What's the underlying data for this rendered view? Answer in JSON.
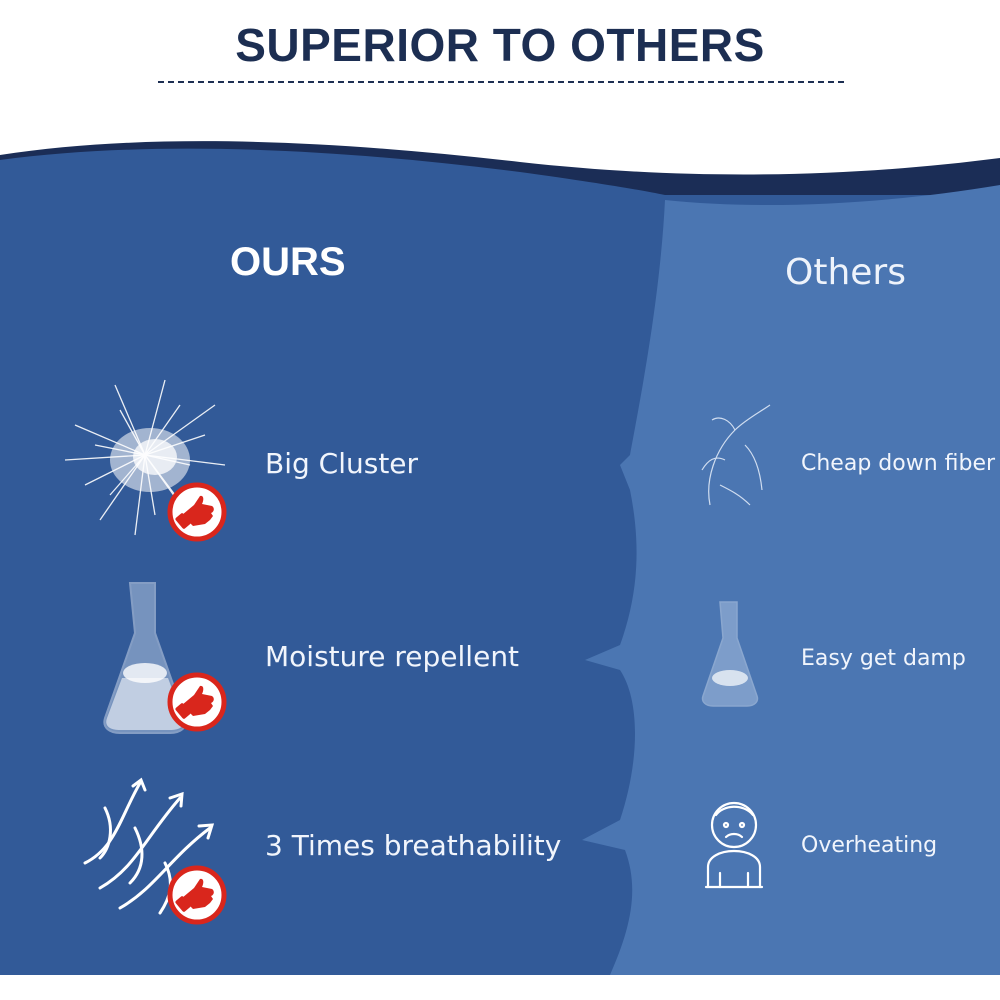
{
  "header": {
    "title": "SUPERIOR TO OTHERS"
  },
  "ours": {
    "heading": "OURS",
    "items": [
      {
        "label": "Big Cluster",
        "icon": "down-cluster-icon"
      },
      {
        "label": "Moisture repellent",
        "icon": "flask-icon"
      },
      {
        "label": "3 Times breathability",
        "icon": "airflow-arrows-icon"
      }
    ],
    "badge_icon": "thumbs-up-badge-icon"
  },
  "others": {
    "heading": "Others",
    "items": [
      {
        "label": "Cheap down fiber",
        "icon": "thin-fiber-icon"
      },
      {
        "label": "Easy get damp",
        "icon": "small-flask-icon"
      },
      {
        "label": "Overheating",
        "icon": "sweating-person-icon"
      }
    ]
  },
  "colors": {
    "title": "#1c2e52",
    "ours_panel": "#325a98",
    "others_panel": "#4b76b2",
    "wave_band": "#1b2d56",
    "badge_red": "#d9261c"
  }
}
